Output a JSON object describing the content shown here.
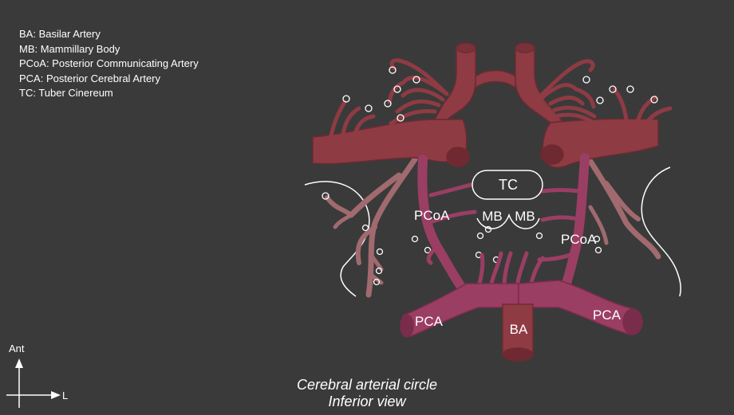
{
  "legend": [
    "BA: Basilar Artery",
    "MB: Mammillary Body",
    "PCoA: Posterior Communicating Artery",
    "PCA: Posterior Cerebral Artery",
    "TC: Tuber Cinereum"
  ],
  "labels": {
    "tc": "TC",
    "mb_left": "MB",
    "mb_right": "MB",
    "pcoa_left": "PCoA",
    "pcoa_right": "PCoA",
    "pca_left": "PCA",
    "pca_right": "PCA",
    "ba": "BA"
  },
  "orientation": {
    "up": "Ant",
    "right": "L"
  },
  "caption": {
    "line1": "Cerebral arterial circle",
    "line2": "Inferior view"
  },
  "colors": {
    "background": "#3a3a3a",
    "anterior_artery": "#8e3b44",
    "anterior_artery_dark": "#6f2a31",
    "posterior_artery": "#9b3e63",
    "peripheral_branch": "#a06a6e",
    "outline": "#ffffff"
  }
}
